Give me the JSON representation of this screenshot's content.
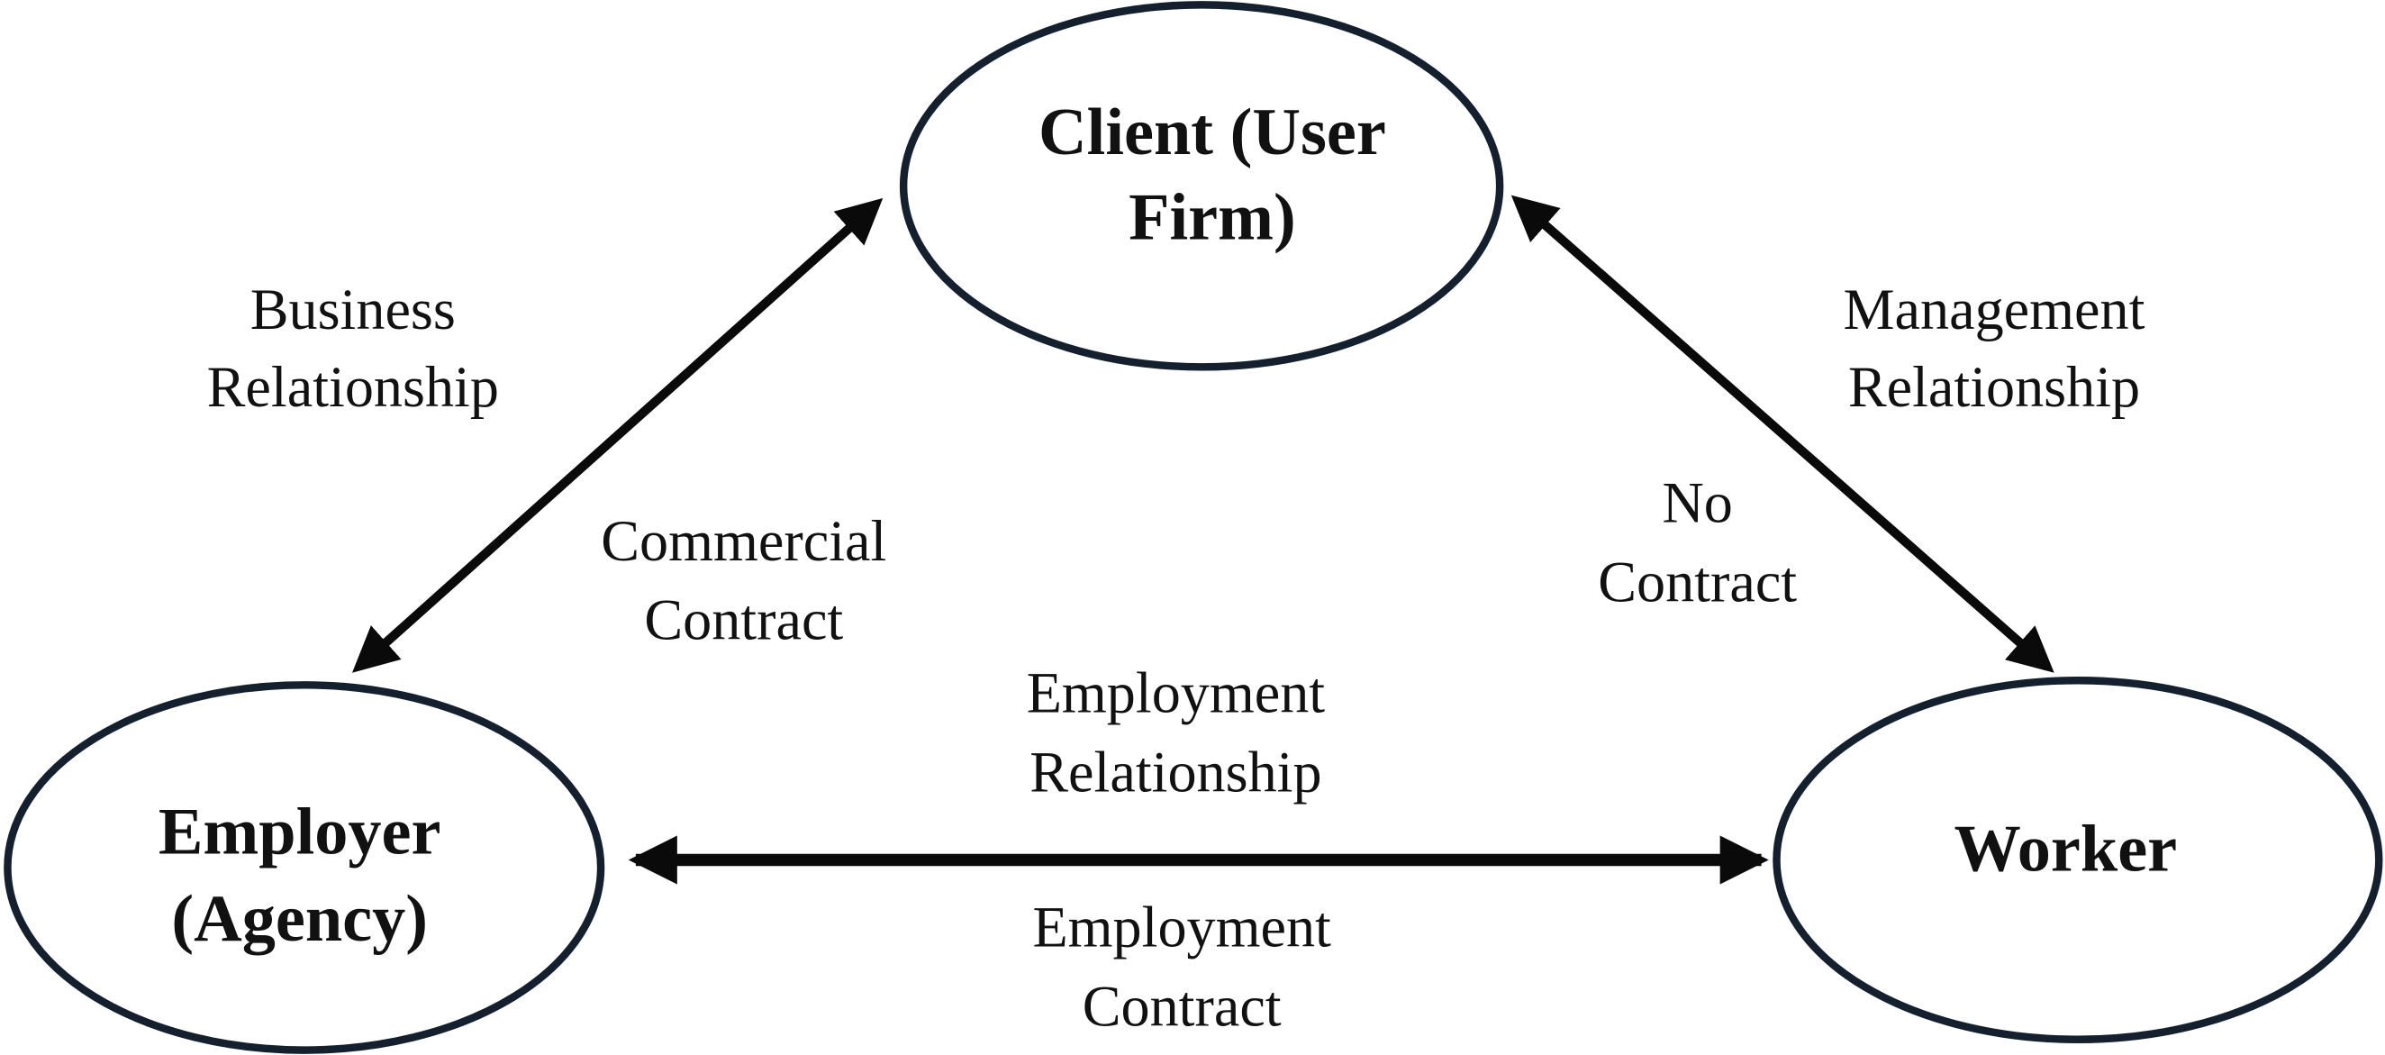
{
  "colors": {
    "ellipse_stroke": "#14202e",
    "arrow": "#0a0a0a",
    "text": "#111111"
  },
  "nodes": {
    "client": [
      "Client (User",
      "Firm)"
    ],
    "employer": [
      "Employer",
      "(Agency)"
    ],
    "worker": [
      "Worker"
    ]
  },
  "edges": {
    "employer_client": {
      "relationship": [
        "Business",
        "Relationship"
      ],
      "contract": [
        "Commercial",
        "Contract"
      ]
    },
    "client_worker": {
      "relationship": [
        "Management",
        "Relationship"
      ],
      "contract": [
        "No",
        "Contract"
      ]
    },
    "employer_worker": {
      "relationship": [
        "Employment",
        "Relationship"
      ],
      "contract": [
        "Employment",
        "Contract"
      ]
    }
  }
}
